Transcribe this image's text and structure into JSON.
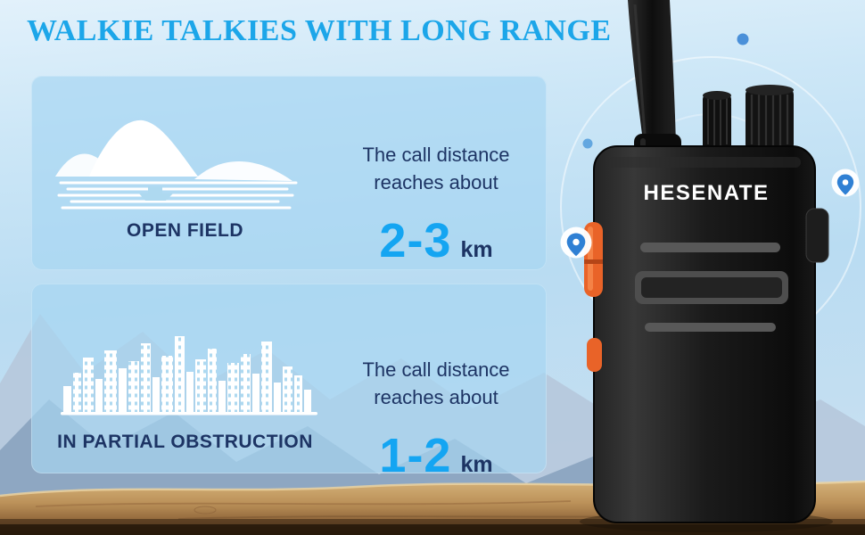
{
  "title": "WALKIE TALKIES WITH LONG RANGE",
  "cards": [
    {
      "label": "OPEN FIELD",
      "line1": "The call distance",
      "line2": "reaches about",
      "value": "2-3",
      "unit": "km"
    },
    {
      "label": "IN PARTIAL OBSTRUCTION",
      "line1": "The call distance",
      "line2": "reaches about",
      "value": "1-2",
      "unit": "km"
    }
  ],
  "device": {
    "brand": "HESENATE"
  },
  "icons": {
    "location_pin": "location-pin-icon",
    "signal_rings": "signal-rings"
  },
  "colors": {
    "title_blue": "#1ca6e9",
    "value_blue": "#14a5f2",
    "text_navy": "#1d3464",
    "card_bg": "#a6d5f2",
    "illustration_white": "#ffffff",
    "accent_orange": "#e96328",
    "pin_blue": "#2f80d4",
    "sky_top": "#e2f1fb",
    "mountain_front": "#8ba4c0",
    "mountain_back": "#b6c8db",
    "log_tan": "#bb9159"
  }
}
